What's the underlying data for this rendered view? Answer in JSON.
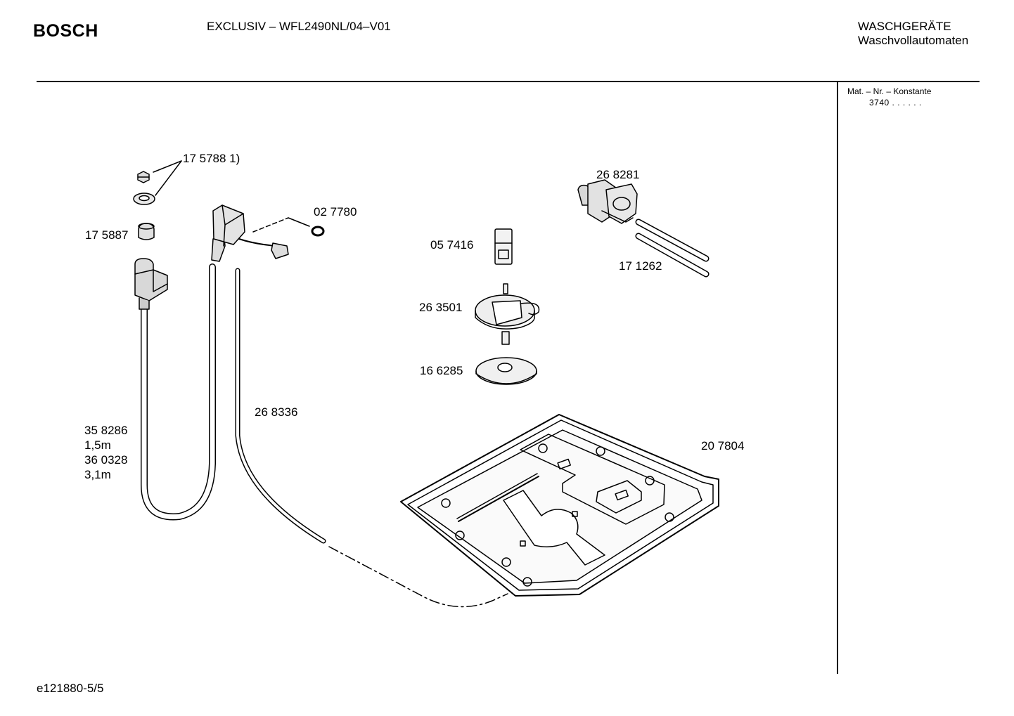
{
  "header": {
    "brand": "BOSCH",
    "model": "EXCLUSIV – WFL2490NL/04–V01",
    "category_line1": "WASCHGERÄTE",
    "category_line2": "Waschvollautomaten"
  },
  "sidebar": {
    "mat_label": "Mat. – Nr. – Konstante",
    "mat_value": "3740  .   .    .  .  .  ."
  },
  "parts": {
    "p175788": "17 5788 1)",
    "p175887": "17 5887",
    "p027780": "02 7780",
    "p268281": "26 8281",
    "p057416": "05 7416",
    "p171262": "17 1262",
    "p263501": "26 3501",
    "p166285": "16 6285",
    "p268336": "26 8336",
    "p358286": "35 8286",
    "len1": "1,5m",
    "p360328": "36 0328",
    "len2": "3,1m",
    "p207804": "20 7804"
  },
  "footer": {
    "drawing_id": "e121880-5/5"
  }
}
